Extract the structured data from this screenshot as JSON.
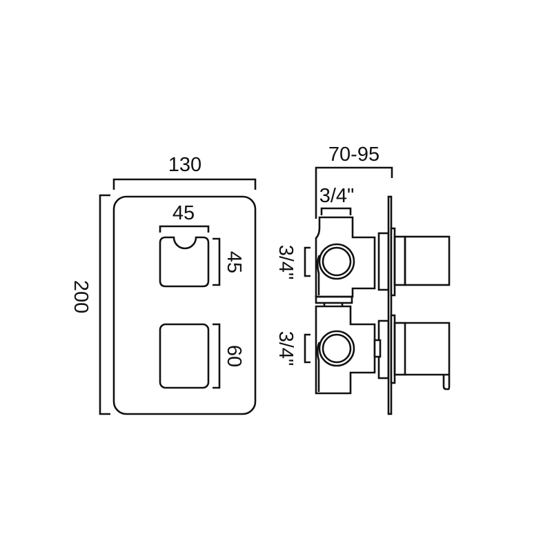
{
  "front_view": {
    "width_label": "130",
    "height_label": "200",
    "button_width_label": "45",
    "upper_button_height_label": "45",
    "lower_button_height_label": "60"
  },
  "side_view": {
    "depth_label": "70-95",
    "top_outlet_label": "3/4\"",
    "upper_inlet_label": "3/4\"",
    "lower_inlet_label": "3/4\""
  },
  "colors": {
    "line": "#111111",
    "background": "#ffffff"
  }
}
